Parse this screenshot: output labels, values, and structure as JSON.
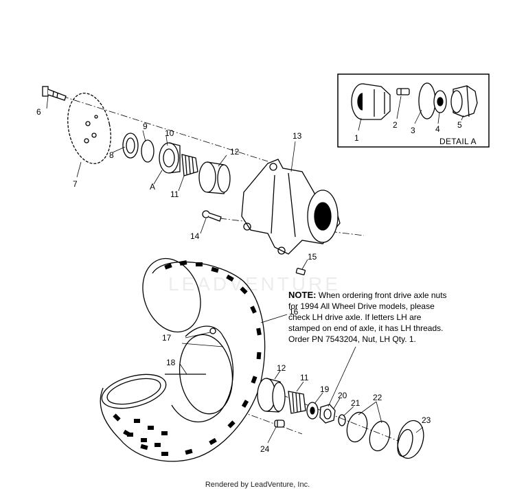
{
  "diagram": {
    "detail_caption": "DETAIL A",
    "callouts": {
      "c1": "1",
      "c2": "2",
      "c3": "3",
      "c4": "4",
      "c5": "5",
      "c6": "6",
      "c7": "7",
      "c8": "8",
      "c9": "9",
      "c10": "10",
      "cA": "A",
      "c11a": "11",
      "c12a": "12",
      "c13": "13",
      "c14": "14",
      "c15": "15",
      "c16": "16",
      "c17": "17",
      "c18": "18",
      "c12b": "12",
      "c11b": "11",
      "c19": "19",
      "c20": "20",
      "c21": "21",
      "c22": "22",
      "c23": "23",
      "c24": "24"
    },
    "note": {
      "heading": "NOTE:",
      "line1": "When ordering front drive axle nuts",
      "line2": "for 1994 All Wheel Drive models, please",
      "line3": "check LH drive axle.  If letters LH are",
      "line4": "stamped on end of axle, it has LH threads.",
      "line5": "Order PN 7543204, Nut, LH Qty. 1."
    },
    "watermark": "LEADVENTURE",
    "footer": "Rendered by LeadVenture, Inc."
  }
}
